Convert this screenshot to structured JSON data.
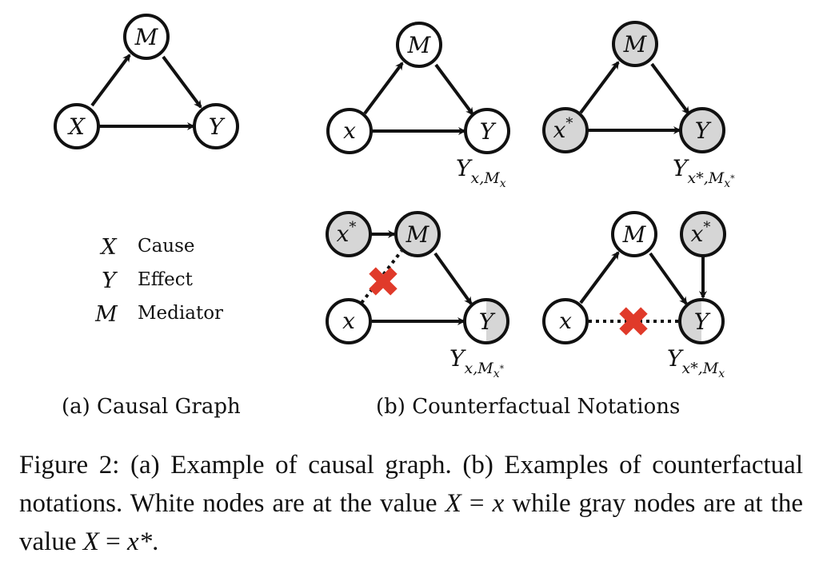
{
  "colors": {
    "white_node": "#ffffff",
    "gray_node": "#d6d6d6",
    "stroke": "#111111",
    "cross": "#e03a2a"
  },
  "diagram": {
    "nodes": {
      "a_M": "M",
      "a_X": "X",
      "a_Y": "Y",
      "b1_M": "M",
      "b1_x": "x",
      "b1_Y": "Y",
      "b2_M": "M",
      "b2_x": "x",
      "b2_xs_sup": "*",
      "b2_Y": "Y",
      "b3_xs": "x",
      "b3_xs_sup": "*",
      "b3_M": "M",
      "b3_x": "x",
      "b3_Y": "Y",
      "b4_M": "M",
      "b4_xs": "x",
      "b4_xs_sup": "*",
      "b4_x": "x",
      "b4_Y": "Y"
    },
    "notations": {
      "b1": {
        "base": "Y",
        "sub1": "x",
        "sub2": "M",
        "sub3": "x",
        "sub3_sup": ""
      },
      "b2": {
        "base": "Y",
        "sub1": "x*",
        "sub2": "M",
        "sub3": "x",
        "sub3_sup": "*"
      },
      "b3": {
        "base": "Y",
        "sub1": "x",
        "sub2": "M",
        "sub3": "x",
        "sub3_sup": "*"
      },
      "b4": {
        "base": "Y",
        "sub1": "x*",
        "sub2": "M",
        "sub3": "x",
        "sub3_sup": ""
      }
    },
    "legend": [
      {
        "symbol": "X",
        "label": "Cause"
      },
      {
        "symbol": "Y",
        "label": "Effect"
      },
      {
        "symbol": "M",
        "label": "Mediator"
      }
    ],
    "subcaption_a": "(a) Causal Graph",
    "subcaption_b": "(b) Counterfactual Notations"
  },
  "caption": {
    "p1": "Figure 2: (a) Example of causal graph. (b) Examples of counterfactual notations. White nodes are at the value ",
    "v1": "X",
    "eq1": " = ",
    "v2": "x",
    "p2": " while gray nodes are at the value ",
    "v3": "X",
    "eq2": " = ",
    "v4": "x*",
    "end": "."
  }
}
